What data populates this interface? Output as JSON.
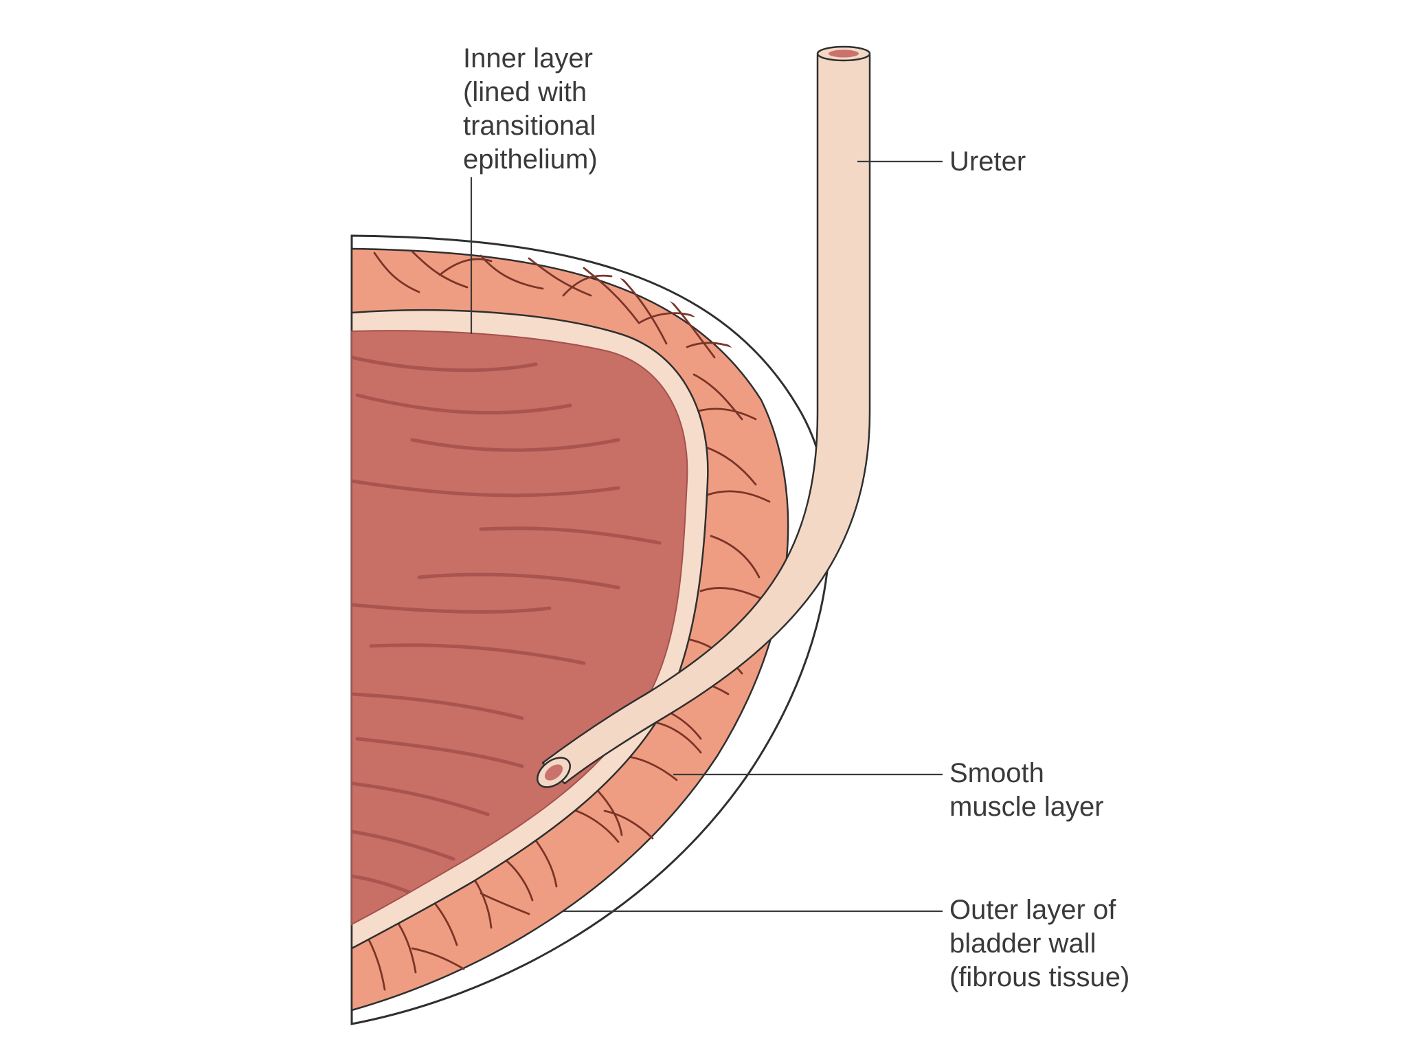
{
  "labels": {
    "inner_layer": [
      "Inner layer",
      "(lined with",
      "transitional",
      "epithelium)"
    ],
    "ureter": [
      "Ureter"
    ],
    "smooth_muscle": [
      "Smooth",
      "muscle layer"
    ],
    "outer_layer": [
      "Outer layer of",
      "bladder wall",
      "(fibrous tissue)"
    ]
  },
  "colors": {
    "outer_fibrous": "#ffffff",
    "muscle": "#ef9d82",
    "muscle_fiber": "#7a3528",
    "transitional_band": "#f6dccb",
    "lumen": "#c86f66",
    "lumen_fold": "#a4514c",
    "ureter_fill": "#f3d8c6",
    "ureter_lumen": "#c9726e",
    "outline": "#2f2f2f",
    "leader_line": "#3a3a3a",
    "label_text": "#3a3a3a"
  }
}
